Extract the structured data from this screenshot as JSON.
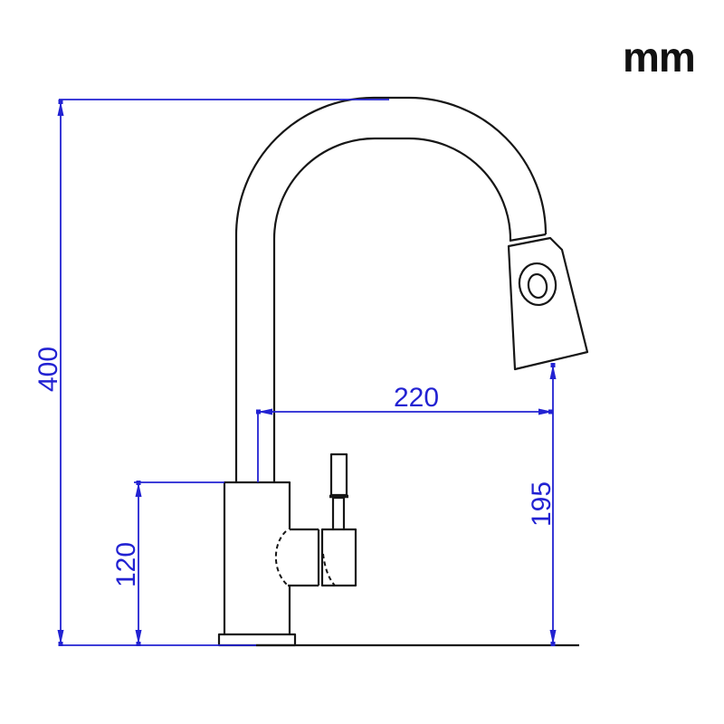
{
  "unit_label": "mm",
  "colors": {
    "dimension_lines": "#2222d2",
    "drawing_lines": "#161616",
    "background": "#ffffff"
  },
  "dimensions": {
    "total_height": "400",
    "base_body_height": "120",
    "spout_reach": "220",
    "outlet_clearance": "195"
  }
}
